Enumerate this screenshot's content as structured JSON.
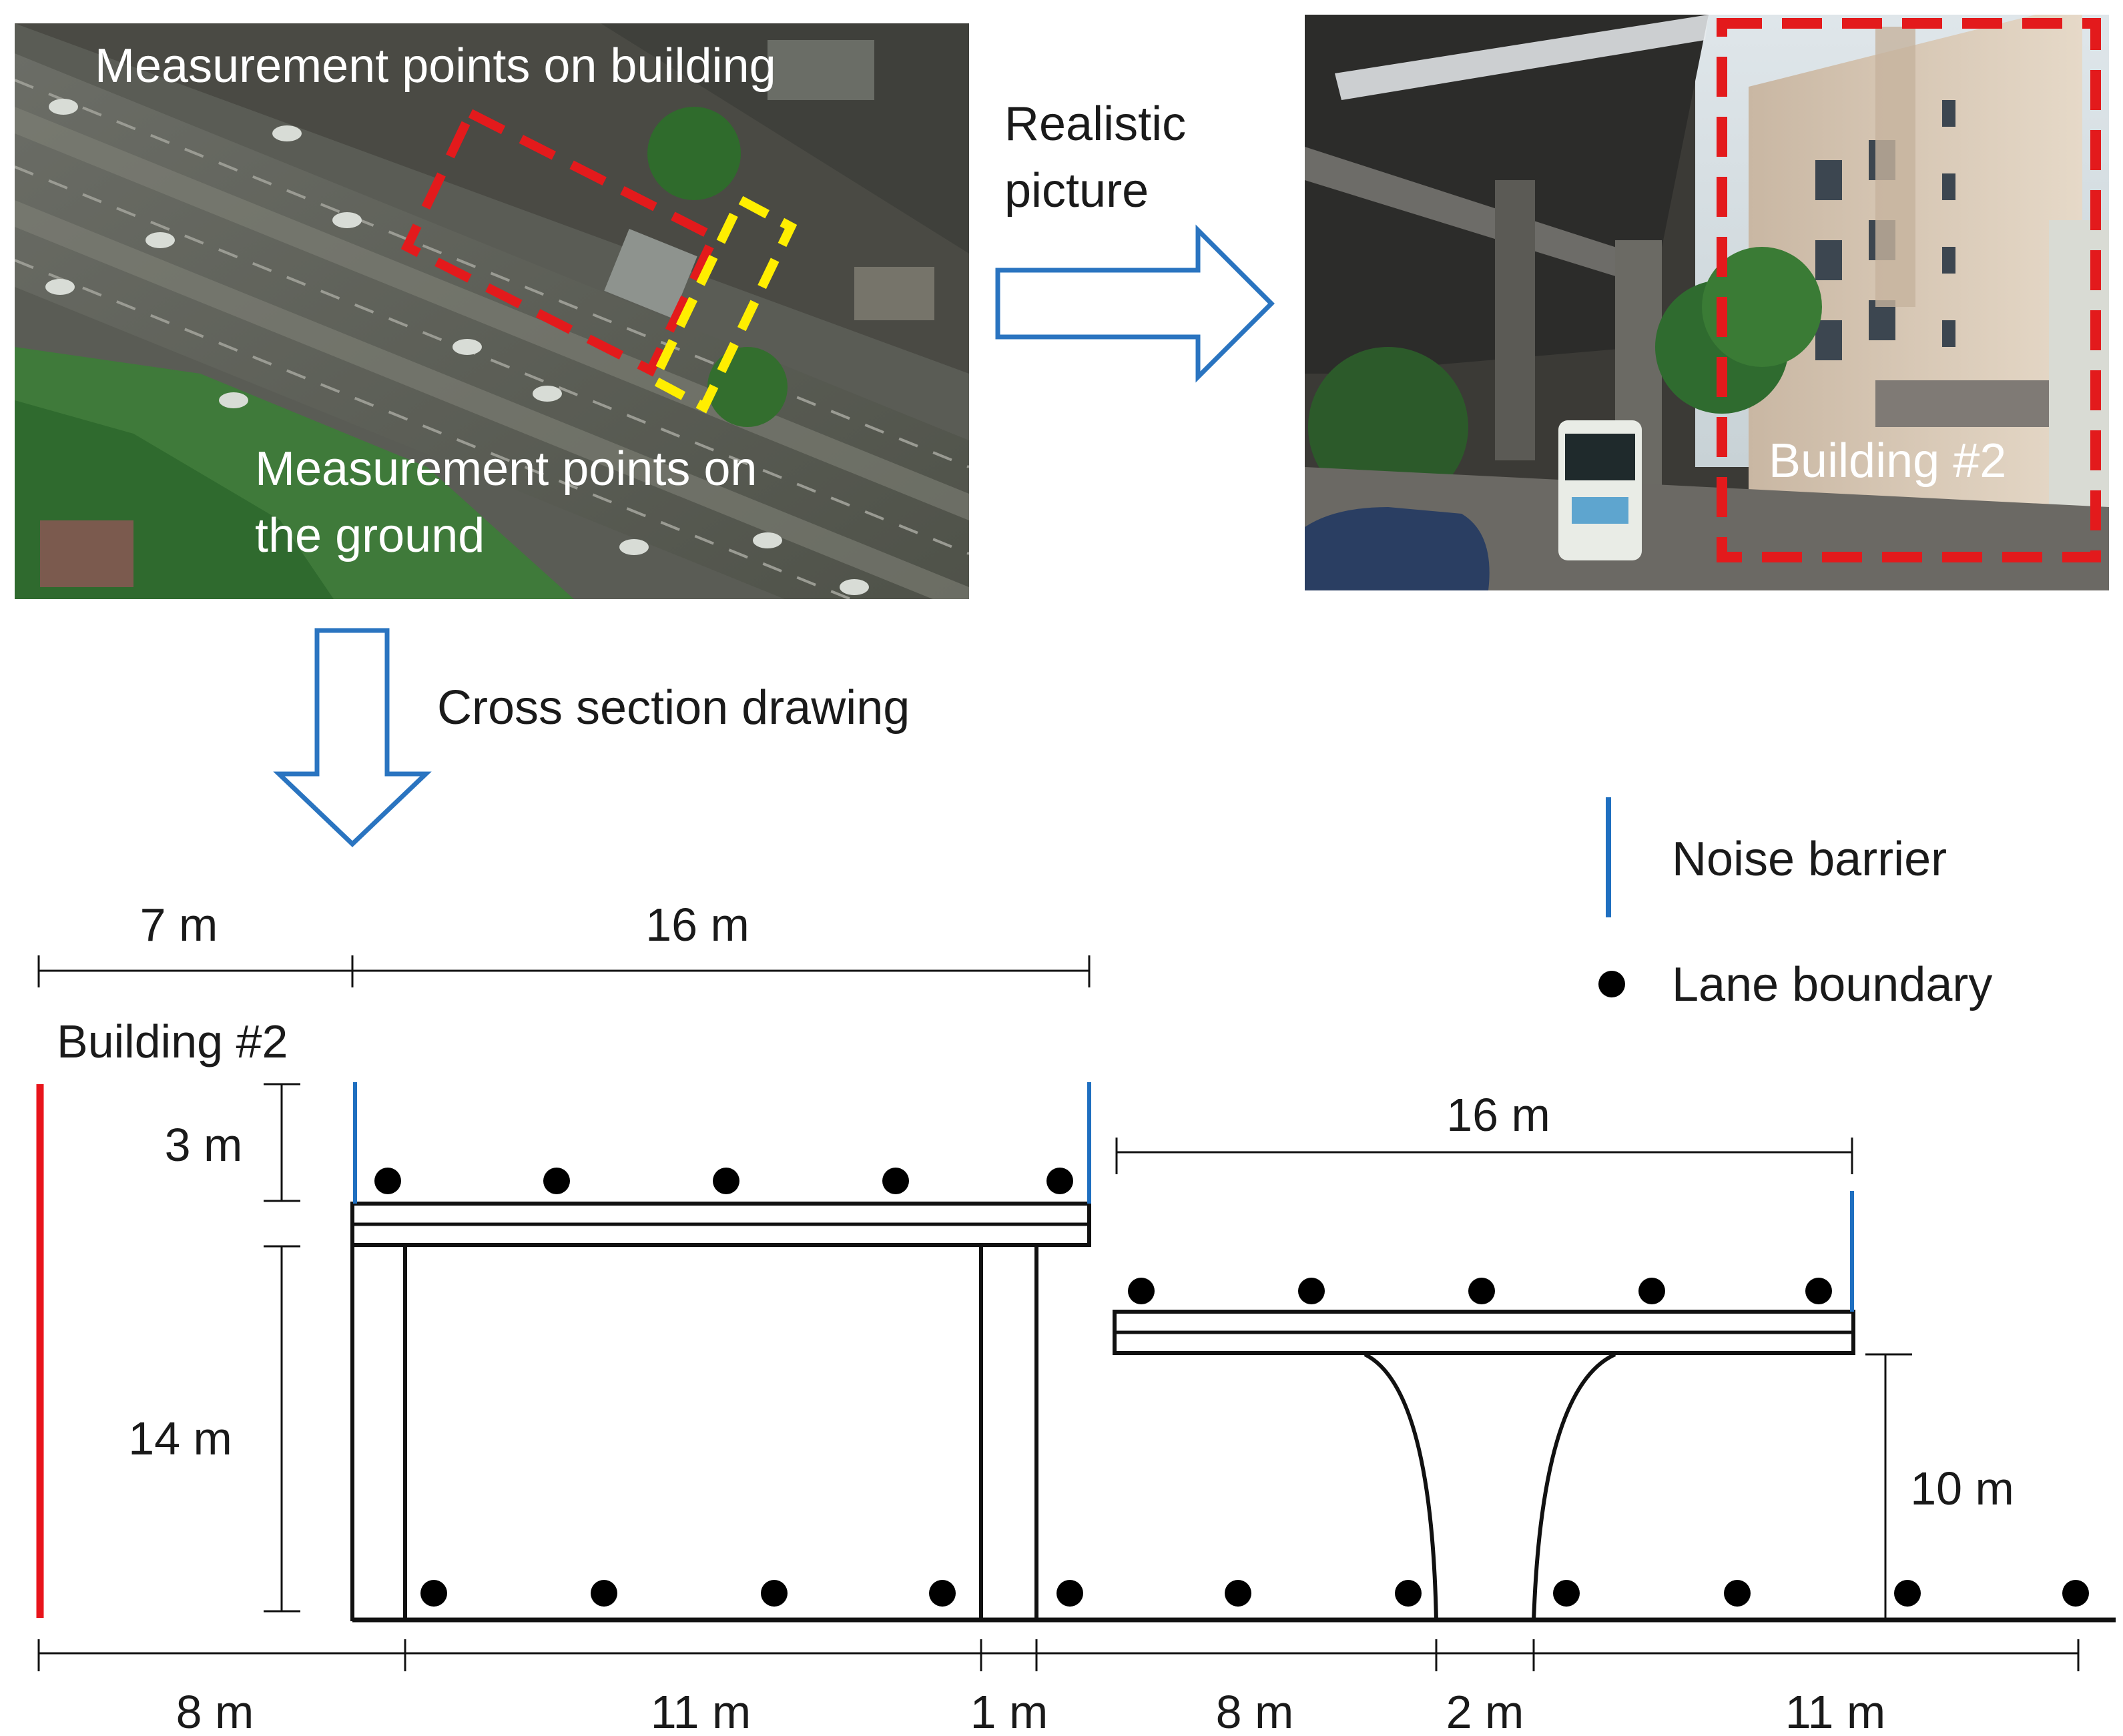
{
  "aerial": {
    "building_points_label": "Measurement points on building",
    "ground_points_label_line1": "Measurement points on",
    "ground_points_label_line2": "the ground"
  },
  "photo": {
    "building_label": "Building #2"
  },
  "arrows": {
    "realistic_line1": "Realistic",
    "realistic_line2": "picture",
    "cross_section": "Cross section drawing"
  },
  "legend": {
    "noise_barrier": "Noise barrier",
    "lane_boundary": "Lane boundary"
  },
  "section": {
    "building_label": "Building #2",
    "top_dims": {
      "left": "7 m",
      "right": "16 m"
    },
    "upper_deck_dim": "16 m",
    "barrier_height": "3 m",
    "upper_height": "14 m",
    "lower_height": "10 m",
    "bottom_dims": [
      "8 m",
      "11 m",
      "1 m",
      "8 m",
      "2 m",
      "11 m"
    ]
  },
  "colors": {
    "noise_barrier": "#1f6fc0",
    "building_wall": "#e8141b",
    "marker_red": "#e31a1c",
    "marker_yellow": "#ffee00",
    "arrow_outline": "#2a74c0"
  }
}
